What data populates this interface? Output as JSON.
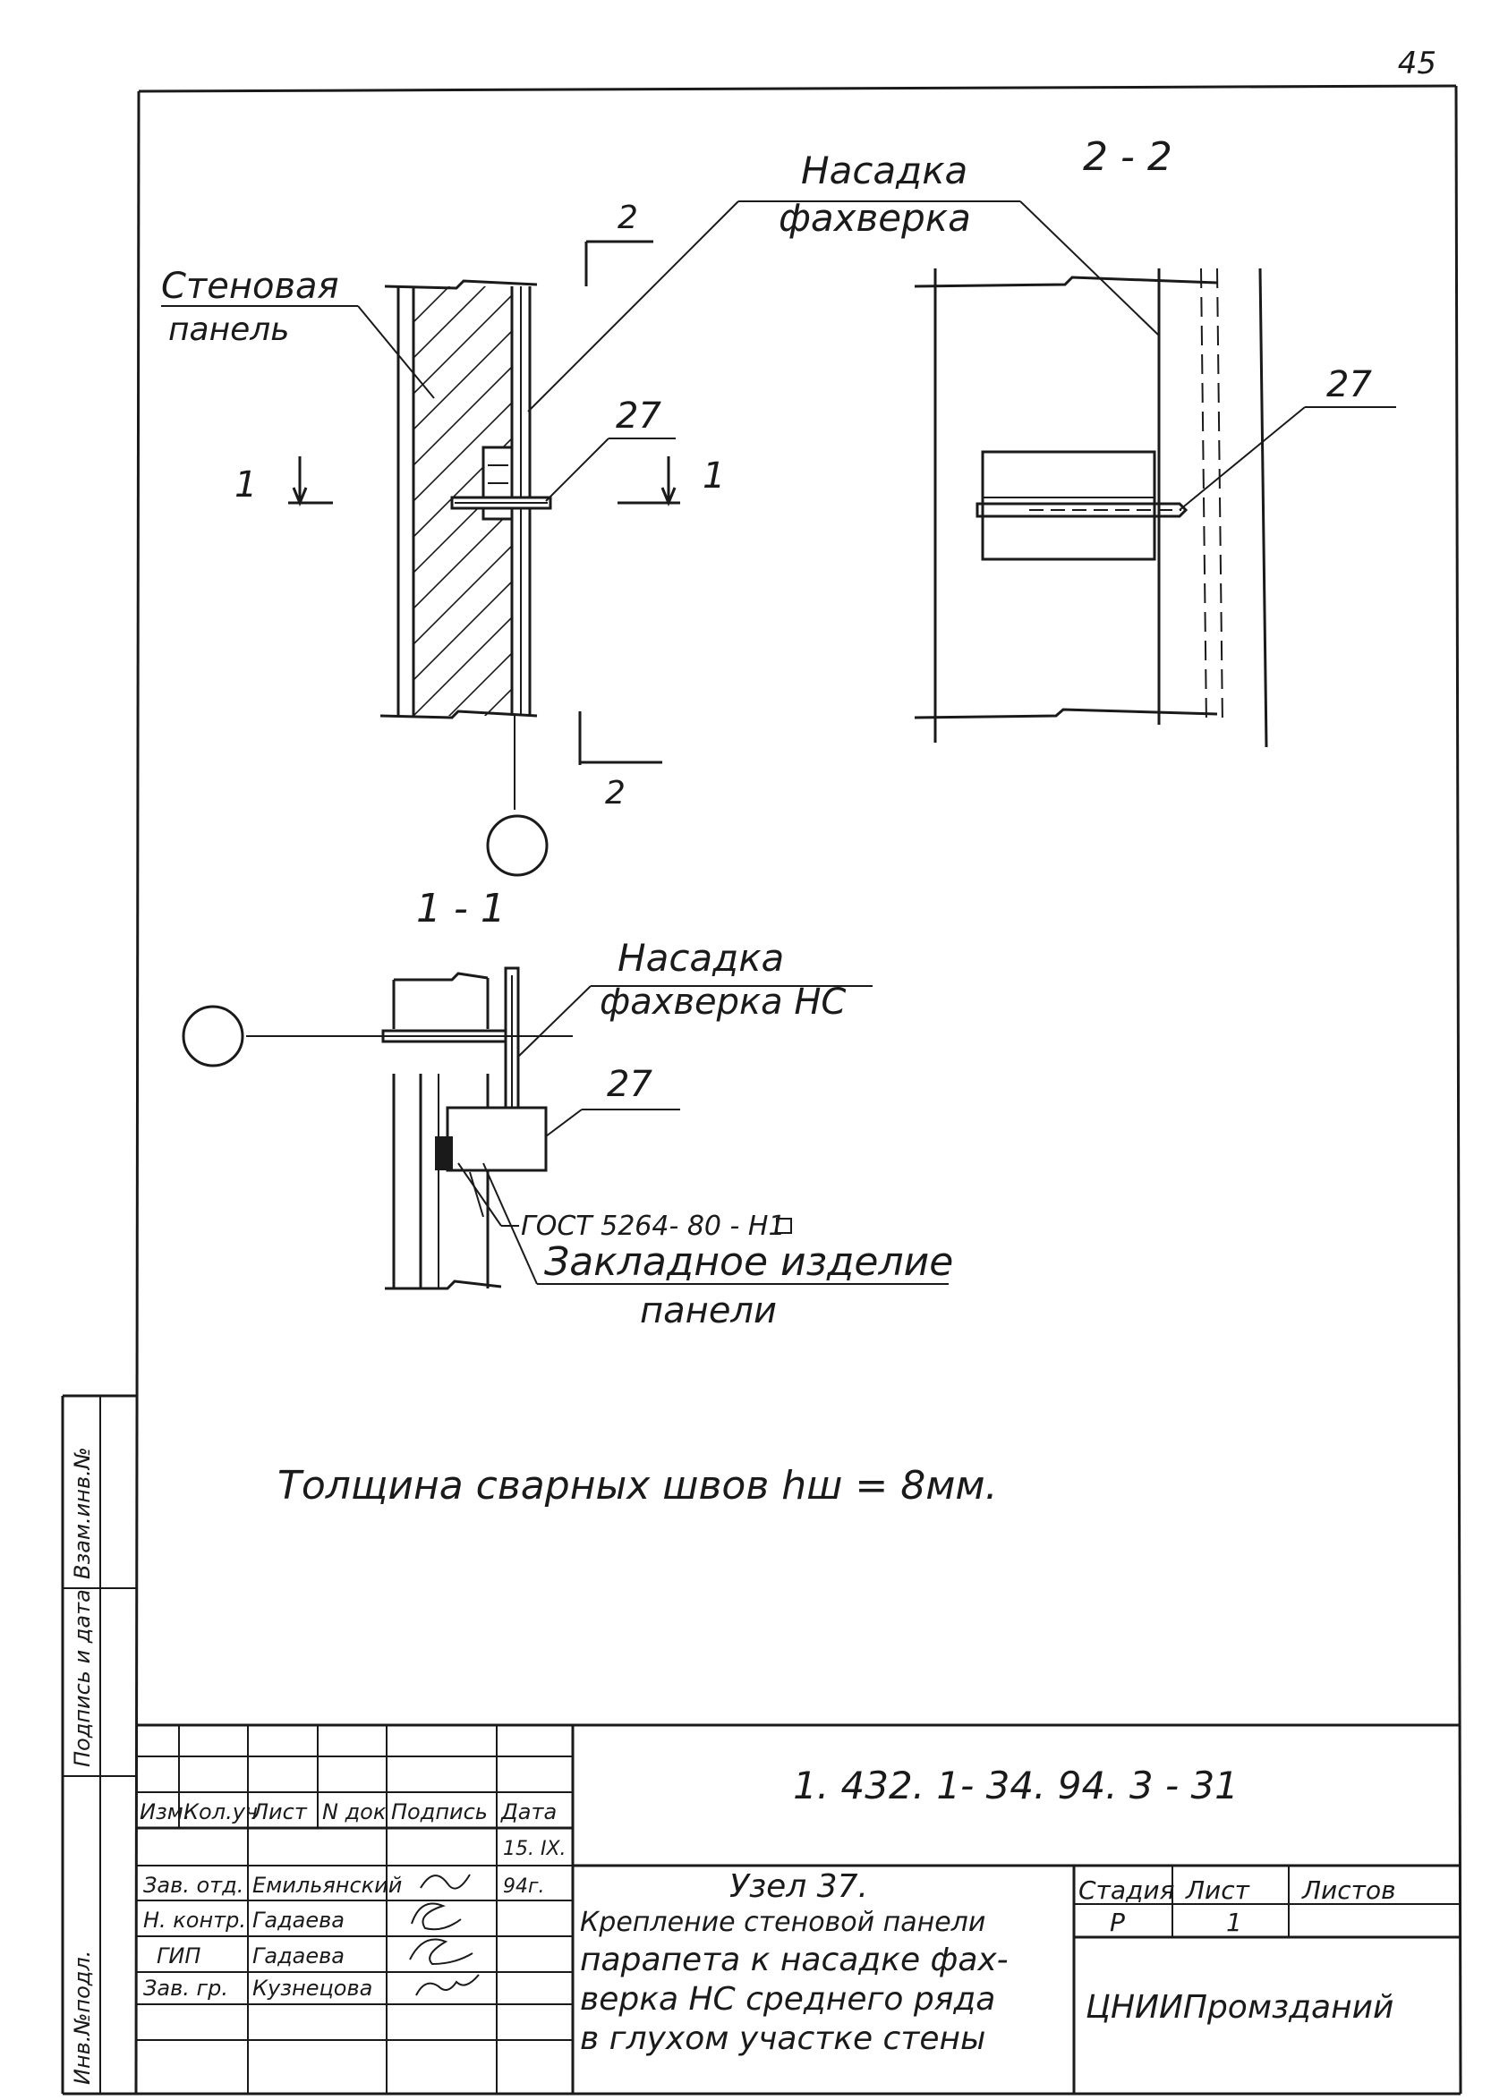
{
  "sheet_number": "45",
  "section_label_22": "2 - 2",
  "section_label_11": "1 - 1",
  "section_mark_2_top": "2",
  "section_mark_2_bottom": "2",
  "section_mark_1_left": "1",
  "section_mark_1_right": "1",
  "callouts": {
    "fakhverk_nozzle_line1": "Насадка",
    "fakhverk_nozzle_line2": "фахверка",
    "wall_panel_line1": "Стеновая",
    "wall_panel_line2": "панель",
    "part_27_top_left": "27",
    "part_27_top_right": "27",
    "part_27_bottom": "27",
    "nozzle_nc_line1": "Насадка",
    "nozzle_nc_line2": "фахверка НС",
    "gost": "ГОСТ 5264- 80 - Н1",
    "embedded_line1": "Закладное изделие",
    "embedded_line2": "панели"
  },
  "note": "Толщина сварных швов hш = 8мм.",
  "side_stamp": [
    "Инв.№подл.",
    "Подпись и дата",
    "Взам.инв.№"
  ],
  "title_block": {
    "doc_code": "1. 432. 1- 34. 94. 3 - 31",
    "headers": [
      "Изм.",
      "Кол.уч",
      "Лист",
      "N док",
      "Подпись",
      "Дата"
    ],
    "date_line1": "15. IX.",
    "date_line2": "94г.",
    "rows": [
      {
        "role": "Зав. отд.",
        "name": "Емильянский"
      },
      {
        "role": "Н. контр.",
        "name": "Гадаева"
      },
      {
        "role": "ГИП",
        "name": "Гадаева"
      },
      {
        "role": "Зав. гр.",
        "name": "Кузнецова"
      }
    ],
    "title_lines": [
      "Узел 37.",
      "Крепление стеновой панели",
      "парапета к насадке фах-",
      "верка НС среднего ряда",
      "в глухом участке стены"
    ],
    "stage_header": "Стадия",
    "sheet_header": "Лист",
    "sheets_header": "Листов",
    "stage_value": "Р",
    "sheet_value": "1",
    "organization": "ЦНИИПромзданий"
  }
}
